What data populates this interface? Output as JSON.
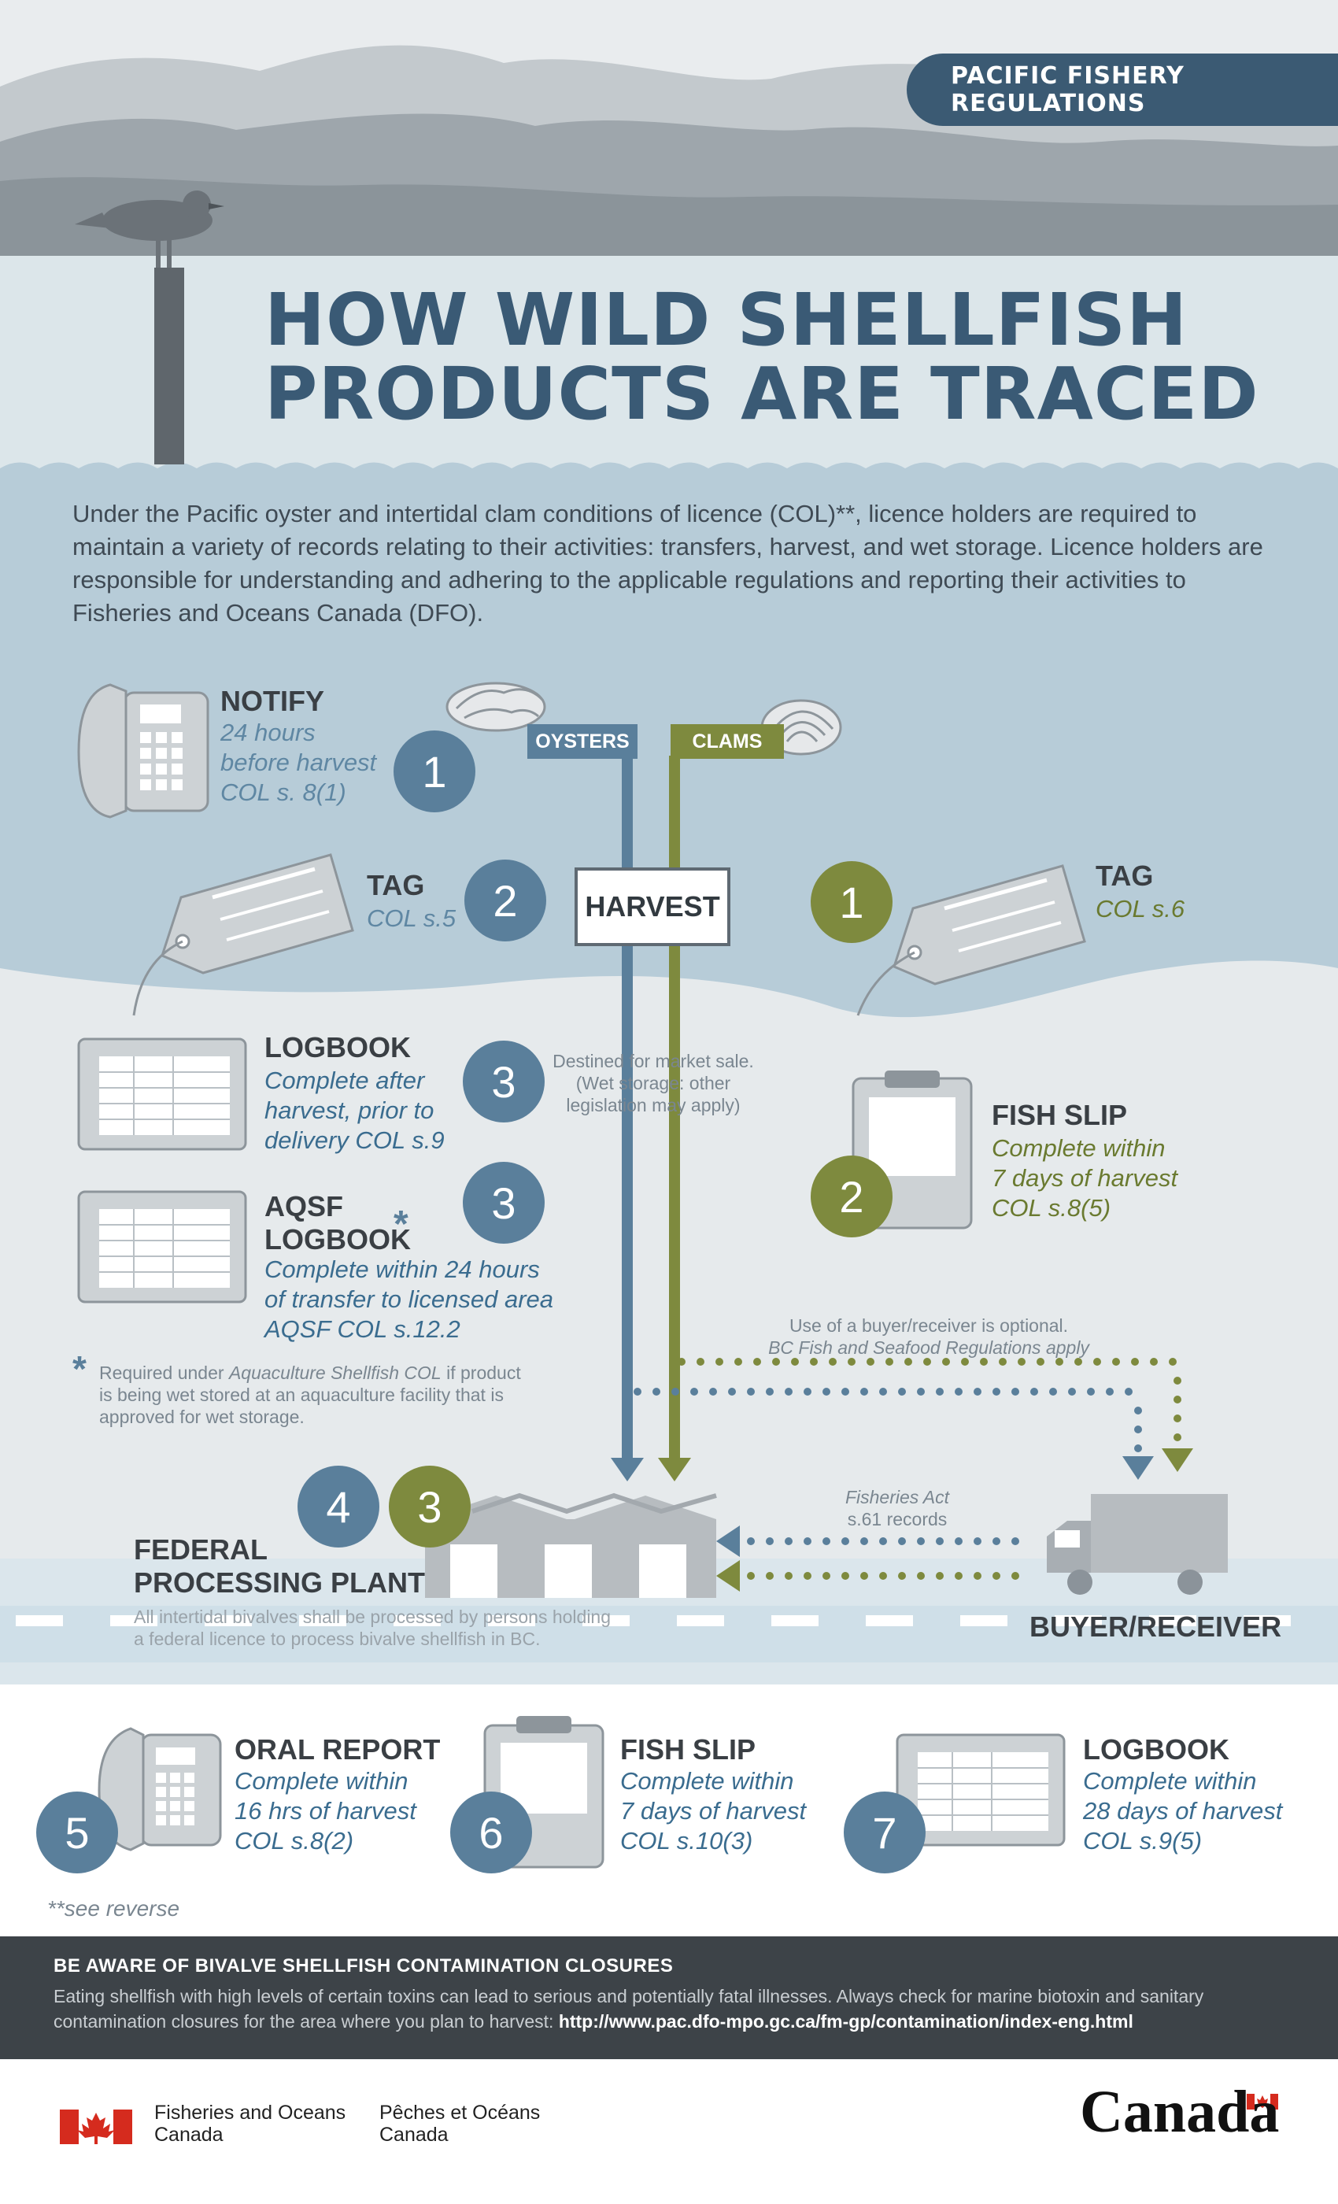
{
  "banner": {
    "text": "PACIFIC FISHERY REGULATIONS"
  },
  "title": {
    "line1": "HOW WILD SHELLFISH",
    "line2": "PRODUCTS ARE TRACED"
  },
  "intro": {
    "text": "Under the Pacific oyster and intertidal clam conditions of licence (COL)**, licence holders are required to maintain a variety of records relating to their activities: transfers, harvest, and wet storage. Licence holders are responsible for understanding and adhering to the applicable regulations and reporting their activities to Fisheries and Oceans Canada (DFO)."
  },
  "flow": {
    "oysters_label": "OYSTERS",
    "clams_label": "CLAMS",
    "harvest_label": "HARVEST",
    "market_note": {
      "line1": "Destined for market sale.",
      "line2": "(Wet storage: other",
      "line3": "legislation may apply)"
    },
    "buyer_note": {
      "line1": "Use of a buyer/receiver is optional.",
      "line2": "BC Fish and Seafood Regulations apply"
    },
    "fisheries_note": {
      "line1": "Fisheries Act",
      "line2": "s.61 records"
    }
  },
  "oyster_steps": {
    "notify": {
      "number": "1",
      "title": "NOTIFY",
      "line1": "24 hours",
      "line2": "before harvest",
      "line3": "COL s. 8(1)"
    },
    "tag": {
      "number": "2",
      "title": "TAG",
      "line1": "COL s.5"
    },
    "logbook": {
      "number": "3",
      "title": "LOGBOOK",
      "line1": "Complete after",
      "line2": "harvest, prior to",
      "line3": "delivery  COL s.9"
    },
    "aqsf": {
      "number": "3",
      "title1": "AQSF",
      "title2": "LOGBOOK",
      "star": "*",
      "line1": "Complete within 24 hours",
      "line2": "of transfer to licensed area",
      "line3": "AQSF COL s.12.2"
    }
  },
  "aqsf_footnote": {
    "star": "*",
    "line1a": "Required under ",
    "line1b": "Aquaculture Shellfish COL",
    "line1c": " if product",
    "line2": "is being wet stored at an aquaculture facility that is",
    "line3": "approved for wet storage."
  },
  "clam_steps": {
    "tag": {
      "number": "1",
      "title": "TAG",
      "line1": "COL s.6"
    },
    "fish_slip": {
      "number": "2",
      "title": "FISH SLIP",
      "line1": "Complete within",
      "line2": "7 days of harvest",
      "line3": "COL s.8(5)"
    }
  },
  "plant": {
    "oyster_number": "4",
    "clam_number": "3",
    "title1": "FEDERAL",
    "title2": "PROCESSING PLANT",
    "note1": "All intertidal bivalves shall be processed by persons holding",
    "note2": "a federal licence to process bivalve shellfish in BC."
  },
  "buyer": {
    "title": "BUYER/RECEIVER"
  },
  "bottom_steps": [
    {
      "number": "5",
      "title": "ORAL REPORT",
      "line1": "Complete within",
      "line2": "16 hrs of harvest",
      "line3": "COL s.8(2)"
    },
    {
      "number": "6",
      "title": "FISH SLIP",
      "line1": "Complete within",
      "line2": "7 days of harvest",
      "line3": "COL s.10(3)"
    },
    {
      "number": "7",
      "title": "LOGBOOK",
      "line1": "Complete within",
      "line2": "28 days of harvest",
      "line3": "COL s.9(5)"
    }
  ],
  "see_reverse": "**see reverse",
  "closures": {
    "title": "BE AWARE OF BIVALVE SHELLFISH CONTAMINATION CLOSURES",
    "text": "Eating shellfish with high levels of certain toxins can lead to serious and potentially fatal illnesses. Always check for marine biotoxin and sanitary contamination closures for the area where you plan to harvest: ",
    "url": "http://www.pac.dfo-mpo.gc.ca/fm-gp/contamination/index-eng.html"
  },
  "footer": {
    "en_line1": "Fisheries and Oceans",
    "en_line2": "Canada",
    "fr_line1": "Pêches et Océans",
    "fr_line2": "Canada",
    "wordmark": "Canada"
  },
  "colors": {
    "oyster_blue": "#5a7f9b",
    "clam_green": "#7e8a3e",
    "title_blue": "#3a5a75",
    "banner": "#3b5a73",
    "dark_bar": "#3d4348"
  }
}
